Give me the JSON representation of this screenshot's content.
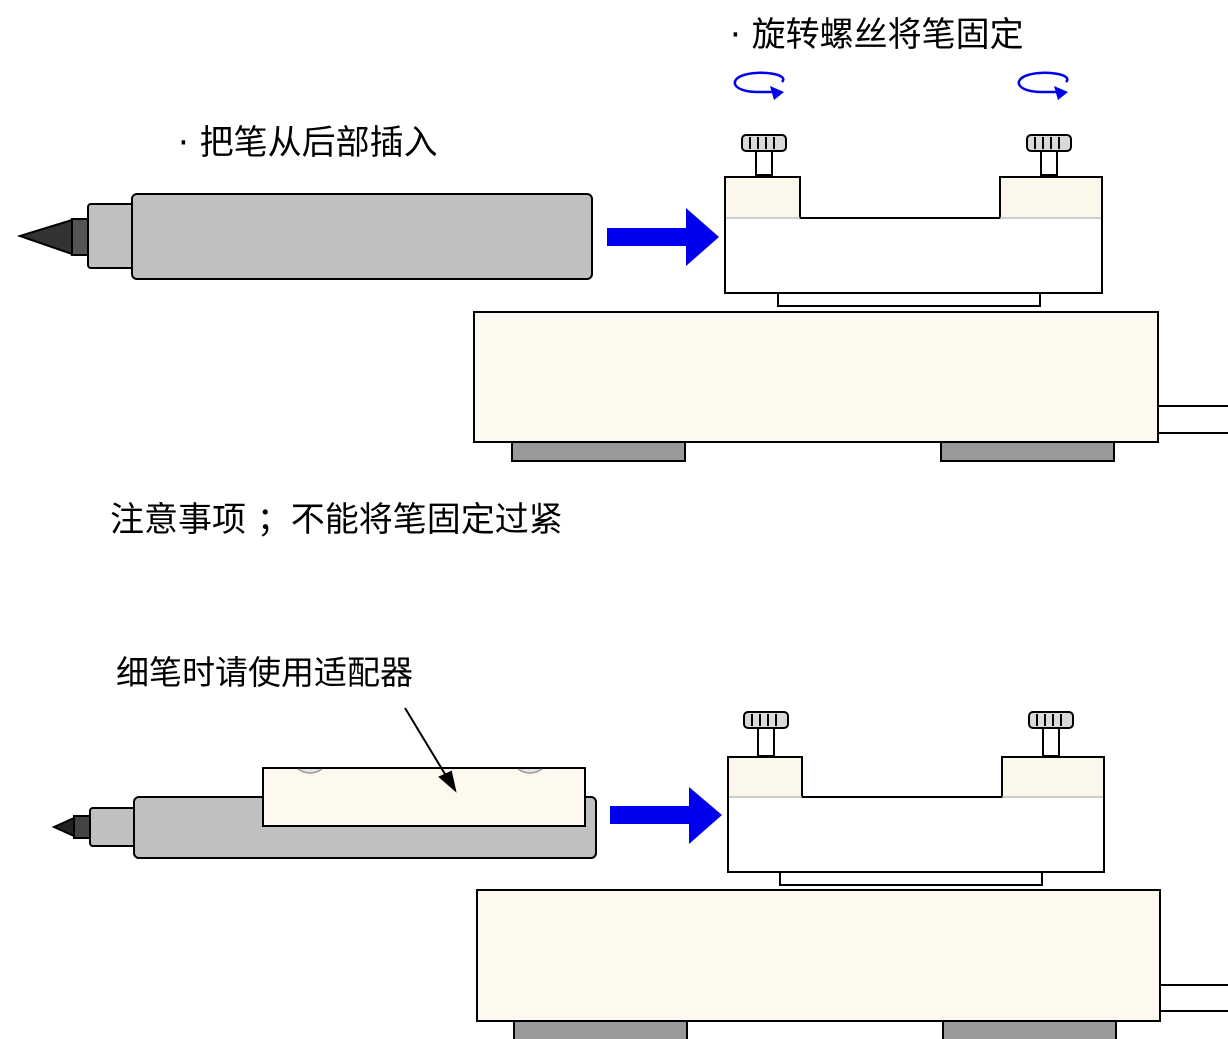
{
  "labels": {
    "rotate_screw": "· 旋转螺丝将笔固定",
    "insert_pen": "· 把笔从后部插入",
    "caution": "注意事项 ；不能将笔固定过紧",
    "thin_pen_adapter": "细笔时请使用适配器"
  },
  "colors": {
    "arrow": "#0000ee",
    "rotate_arrow": "#0000ee",
    "base_fill": "#fdf9ee",
    "clamp_fill": "#ffffff",
    "clamp_cap": "#fbf7ea",
    "pen_gray": "#c0c0c0",
    "feet_gray": "#999999",
    "outline": "#000000"
  }
}
